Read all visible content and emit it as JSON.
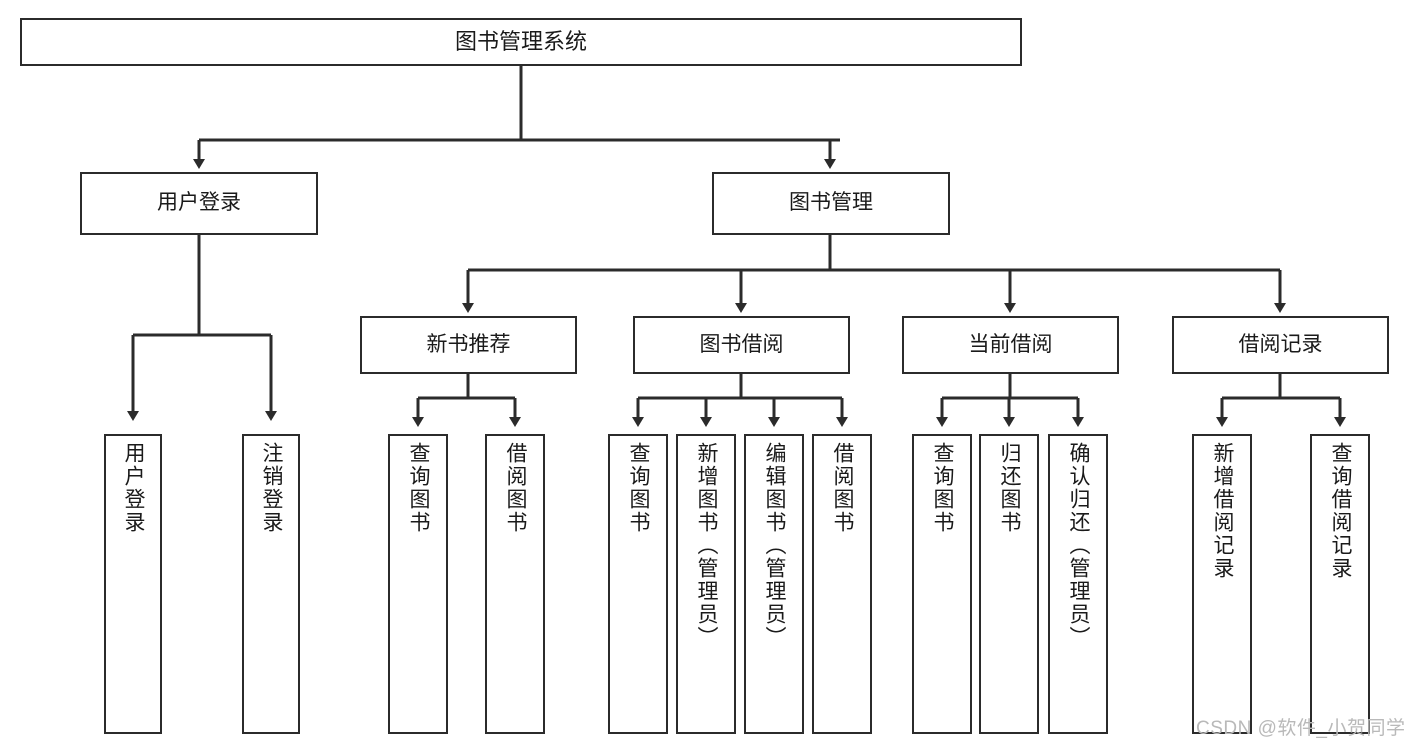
{
  "diagram": {
    "title": "图书管理系统",
    "type": "hierarchy-tree",
    "watermark": "CSDN @软件_小贺同学",
    "colors": {
      "box_border": "#2b2b2b",
      "box_fill": "#ffffff",
      "text": "#1a1a1a",
      "connector": "#2b2b2b",
      "watermark": "#b9b9b9",
      "background": "#ffffff"
    },
    "root": {
      "label": "图书管理系统"
    },
    "level2": [
      {
        "label": "用户登录"
      },
      {
        "label": "图书管理"
      }
    ],
    "level3": [
      {
        "label": "新书推荐"
      },
      {
        "label": "图书借阅"
      },
      {
        "label": "当前借阅"
      },
      {
        "label": "借阅记录"
      }
    ],
    "leaves": {
      "user_login": [
        {
          "label": "用户登录"
        },
        {
          "label": "注销登录"
        }
      ],
      "new_book_recommend": [
        {
          "label": "查询图书"
        },
        {
          "label": "借阅图书"
        }
      ],
      "book_borrow": [
        {
          "label": "查询图书"
        },
        {
          "label": "新增图书（管理员）"
        },
        {
          "label": "编辑图书（管理员）"
        },
        {
          "label": "借阅图书"
        }
      ],
      "current_borrow": [
        {
          "label": "查询图书"
        },
        {
          "label": "归还图书"
        },
        {
          "label": "确认归还（管理员）"
        }
      ],
      "borrow_record": [
        {
          "label": "新增借阅记录"
        },
        {
          "label": "查询借阅记录"
        }
      ]
    }
  }
}
